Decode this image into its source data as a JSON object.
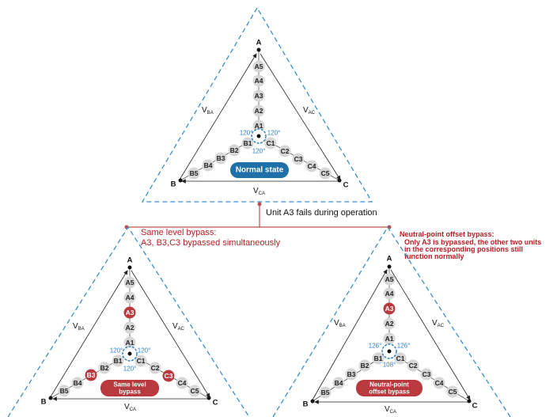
{
  "top_diagram": {
    "vertex_a": "A",
    "vertex_b": "B",
    "vertex_c": "C",
    "units_a": [
      "A5",
      "A4",
      "A3",
      "A2",
      "A1"
    ],
    "units_b": [
      "B5",
      "B4",
      "B3",
      "B2",
      "B1"
    ],
    "units_c": [
      "C5",
      "C4",
      "C3",
      "C2",
      "C1"
    ],
    "angles": [
      "120°",
      "120°",
      "120°"
    ],
    "v_ba": "V",
    "v_ba_sub": "BA",
    "v_ac": "V",
    "v_ac_sub": "AC",
    "v_ca": "V",
    "v_ca_sub": "CA",
    "state_label": "Normal state"
  },
  "event_label": "Unit A3 fails during operation",
  "left_branch": {
    "title": "Same level bypass:",
    "description": "A3, B3,C3 bypassed simultaneously",
    "vertex_a": "A",
    "vertex_b": "B",
    "vertex_c": "C",
    "units_a": [
      "A5",
      "A4",
      "A3",
      "A2",
      "A1"
    ],
    "units_b": [
      "B5",
      "B4",
      "B3",
      "B2",
      "B1"
    ],
    "units_c": [
      "C5",
      "C4",
      "C3",
      "C2",
      "C1"
    ],
    "angles": [
      "120°",
      "120°",
      "120°"
    ],
    "v_ba": "V",
    "v_ba_sub": "BA",
    "v_ac": "V",
    "v_ac_sub": "AC",
    "v_ca": "V",
    "v_ca_sub": "CA",
    "badge_line1": "Same level",
    "badge_line2": "bypass"
  },
  "right_branch": {
    "title": "Neutral-point offset bypass:",
    "description_lines": [
      "Only A3 is bypassed, the other two units",
      "in the corresponding positions still",
      "function normally"
    ],
    "vertex_a": "A",
    "vertex_b": "B",
    "vertex_c": "C",
    "units_a": [
      "A5",
      "A4",
      "A3",
      "A2",
      "A1"
    ],
    "units_b": [
      "B5",
      "B4",
      "B3",
      "B2",
      "B1"
    ],
    "units_c": [
      "C5",
      "C4",
      "C3",
      "C2",
      "C1"
    ],
    "angles": [
      "126°",
      "126°",
      "108°"
    ],
    "v_ba": "V",
    "v_ba_sub": "BA",
    "v_ac": "V",
    "v_ac_sub": "AC",
    "v_ca": "V",
    "v_ca_sub": "CA",
    "badge_line1": "Neutral-point",
    "badge_line2": "offset bypass"
  },
  "colors": {
    "dashed_border": "#3a8fd0",
    "unit_fill": "#d6d6d6",
    "bypassed_fill": "#b83a3e",
    "state_badge": "#1f6fa8",
    "bypass_badge": "#b83a3e",
    "connector": "#c0504d",
    "angle_blue": "#2a7fc8"
  }
}
